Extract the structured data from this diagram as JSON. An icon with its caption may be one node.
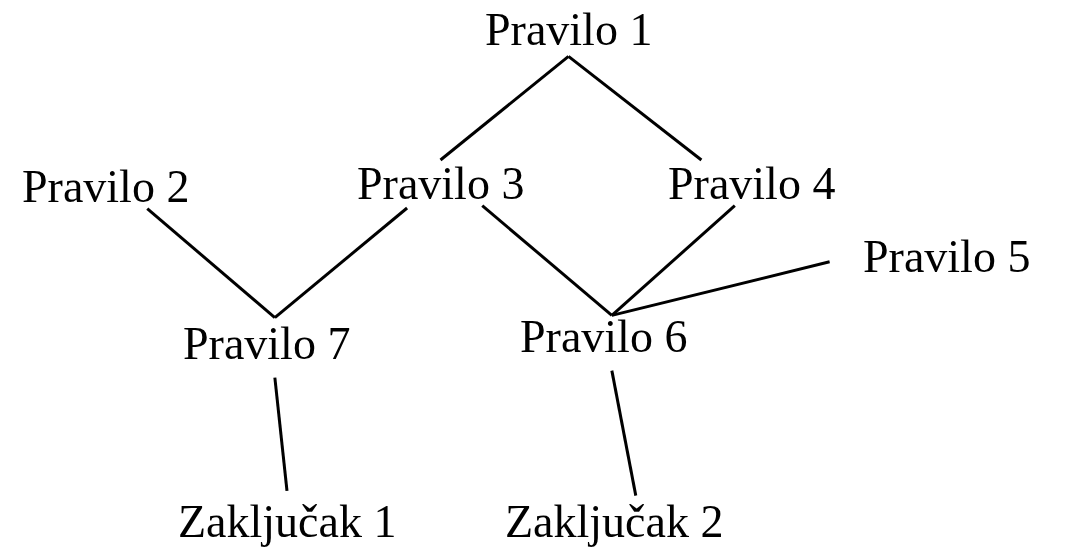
{
  "diagram": {
    "nodes": [
      {
        "text": [
          "Pravilo 1"
        ]
      },
      {
        "text": [
          "Pravilo 2"
        ]
      },
      {
        "text": [
          "Pravilo 3"
        ]
      },
      {
        "text": [
          "Pravilo 4"
        ]
      },
      {
        "text": [
          "Pravilo 5"
        ]
      },
      {
        "text": [
          "Pravilo 7"
        ]
      },
      {
        "text": [
          "Pravilo 6"
        ]
      },
      {
        "text": [
          "Zaključak 1"
        ]
      },
      {
        "text": [
          "Zaključak 2"
        ]
      }
    ],
    "edges": [
      {
        "from": 0,
        "to": 2,
        "arrow": "none"
      },
      {
        "from": 0,
        "to": 3,
        "arrow": "none"
      },
      {
        "from": 1,
        "to": 5,
        "arrow": "none"
      },
      {
        "from": 2,
        "to": 5,
        "arrow": "none"
      },
      {
        "from": 2,
        "to": 6,
        "arrow": "none"
      },
      {
        "from": 3,
        "to": 6,
        "arrow": "none"
      },
      {
        "from": 4,
        "to": 6,
        "arrow": "none"
      },
      {
        "from": 5,
        "to": 7,
        "arrow": "none"
      },
      {
        "from": 6,
        "to": 8,
        "arrow": "none"
      }
    ]
  }
}
